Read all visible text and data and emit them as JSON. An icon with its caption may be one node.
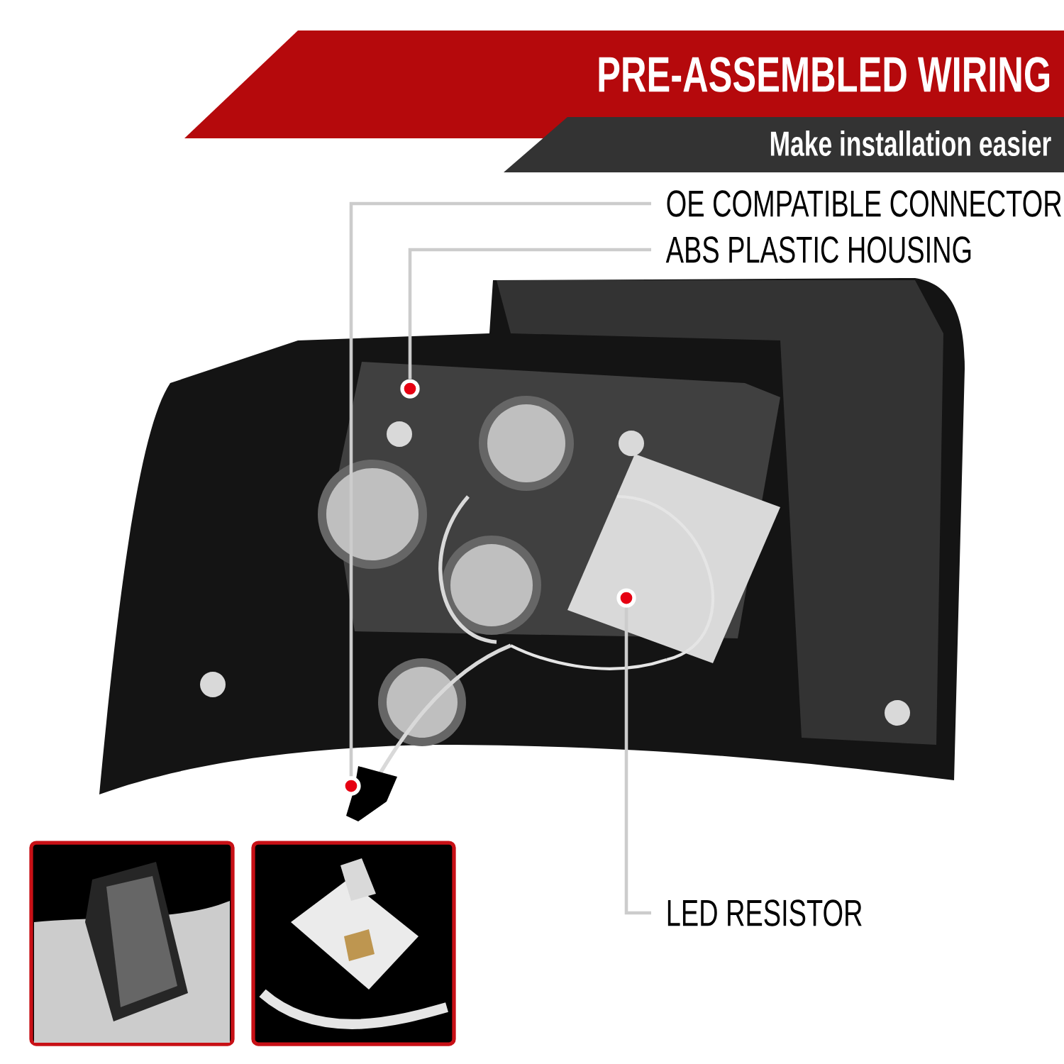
{
  "diagram": {
    "title": "PRE-ASSEMBLED WIRING",
    "nodes": [
      {
        "text": [
          "OE COMPATIBLE CONNECTOR"
        ]
      },
      {
        "text": [
          "ABS PLASTIC HOUSING"
        ]
      },
      {
        "text": [
          "LED RESISTOR"
        ]
      },
      {
        "text": [],
        "shape": "circle"
      },
      {
        "text": [],
        "shape": "circle"
      },
      {
        "text": [],
        "shape": "circle"
      }
    ],
    "edges": [
      {
        "from": 0,
        "to": 3,
        "arrow": "none"
      },
      {
        "from": 1,
        "to": 4,
        "arrow": "none"
      },
      {
        "from": 2,
        "to": 5,
        "arrow": "none"
      }
    ],
    "labels": [
      "Make installation easier"
    ]
  }
}
